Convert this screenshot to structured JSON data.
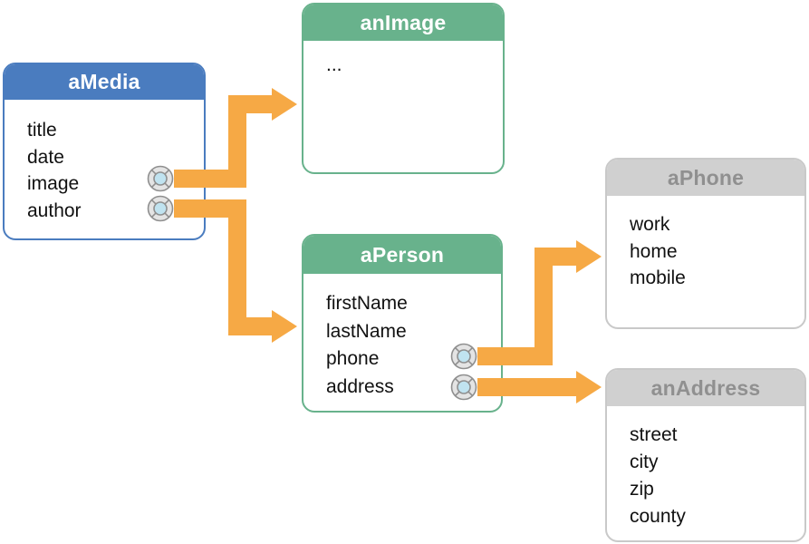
{
  "diagram": {
    "title": "object-graph-relationships",
    "entities": {
      "aMedia": {
        "title": "aMedia",
        "theme": "blue",
        "fields": [
          "title",
          "date",
          "image",
          "author"
        ]
      },
      "anImage": {
        "title": "anImage",
        "theme": "green",
        "fields": [
          "..."
        ]
      },
      "aPerson": {
        "title": "aPerson",
        "theme": "green",
        "fields": [
          "firstName",
          "lastName",
          "phone",
          "address"
        ]
      },
      "aPhone": {
        "title": "aPhone",
        "theme": "gray",
        "fields": [
          "work",
          "home",
          "mobile"
        ]
      },
      "anAddress": {
        "title": "anAddress",
        "theme": "gray",
        "fields": [
          "street",
          "city",
          "zip",
          "county"
        ]
      }
    },
    "connections": [
      {
        "from": "aMedia.image",
        "to": "anImage",
        "icon": "lifebuoy-icon"
      },
      {
        "from": "aMedia.author",
        "to": "aPerson",
        "icon": "lifebuoy-icon"
      },
      {
        "from": "aPerson.phone",
        "to": "aPhone",
        "icon": "lifebuoy-icon"
      },
      {
        "from": "aPerson.address",
        "to": "anAddress",
        "icon": "lifebuoy-icon"
      }
    ],
    "colors": {
      "blue_header": "#4a7cbf",
      "green_header": "#68b28c",
      "gray_header": "#d0d0d0",
      "gray_header_text": "#909090",
      "gray_border": "#c9c9c9",
      "arrow_orange": "#f6a945",
      "icon_ring_fill": "#e4e4e4",
      "icon_ring_stroke": "#8f8f8f",
      "icon_center_fill": "#c0e3f0",
      "field_text": "#111111"
    }
  }
}
